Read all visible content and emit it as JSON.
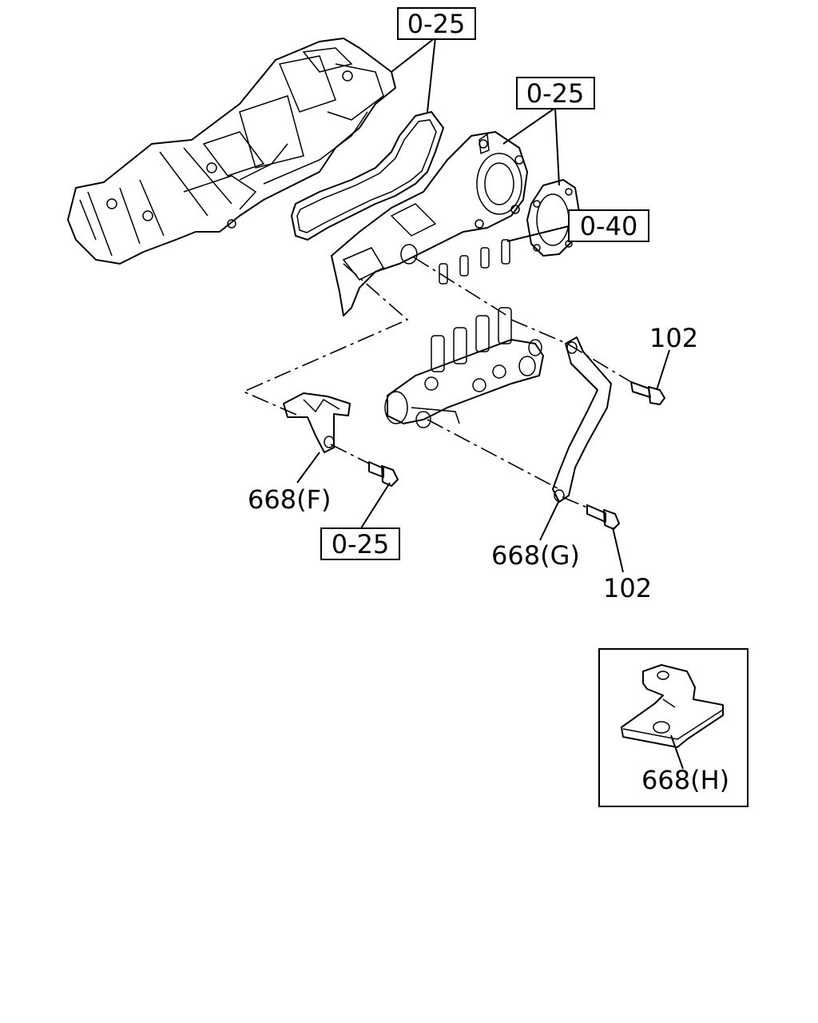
{
  "refs": {
    "ref_top": "0-25",
    "ref_mid": "0-25",
    "ref_rail": "0-40",
    "ref_bottom": "0-25"
  },
  "labels": {
    "bolt_upper": "102",
    "bolt_lower": "102",
    "bracket_f": "668(F)",
    "bracket_g": "668(G)",
    "bracket_h": "668(H)"
  }
}
